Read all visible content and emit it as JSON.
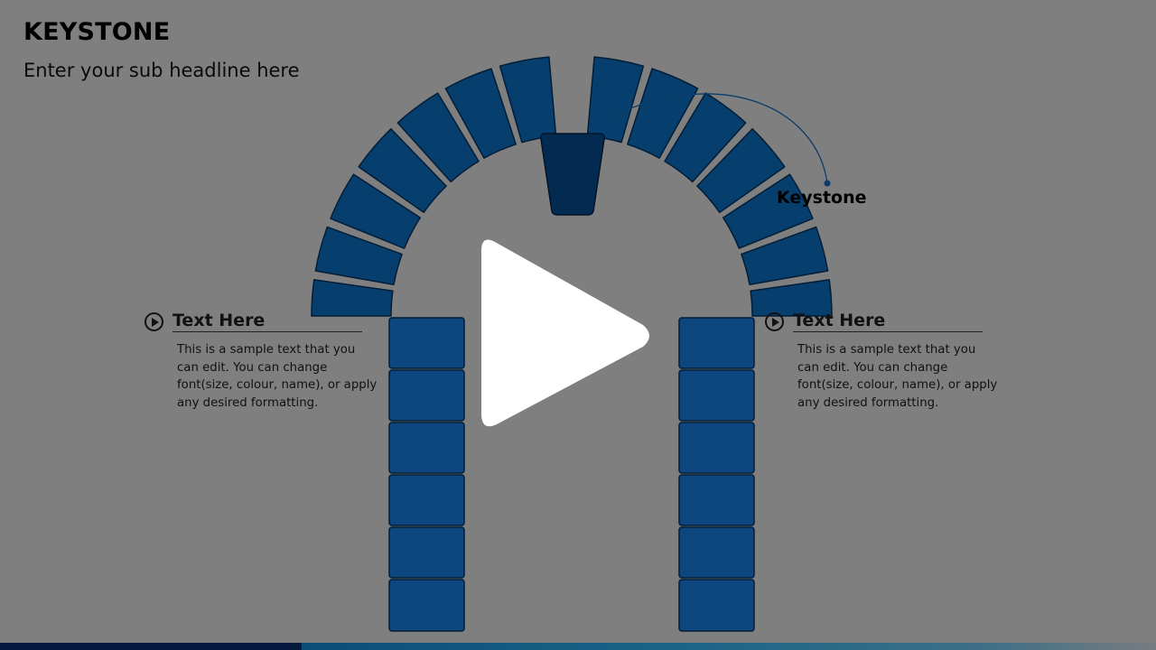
{
  "slide": {
    "title": "KEYSTONE",
    "subtitle": "Enter your sub headline here"
  },
  "keystone_callout": {
    "label": "Keystone"
  },
  "text_blocks": [
    {
      "icon": "play-circle-icon",
      "title": "Text Here",
      "body": "This is a sample text that you can edit. You can change font(size, colour, name), or apply any desired formatting."
    },
    {
      "icon": "play-circle-icon",
      "title": "Text Here",
      "body": "This is a sample text that you can edit. You can change font(size, colour, name), or apply any desired formatting."
    }
  ],
  "colors": {
    "background": "#7f7f7f",
    "pillar_block": "#0e467f",
    "arch_block": "#063e6e",
    "keystone": "#032a50",
    "callout_line": "#0b3d6b",
    "play_button": "#ffffff"
  },
  "media": {
    "play_button_icon": "play-icon"
  }
}
